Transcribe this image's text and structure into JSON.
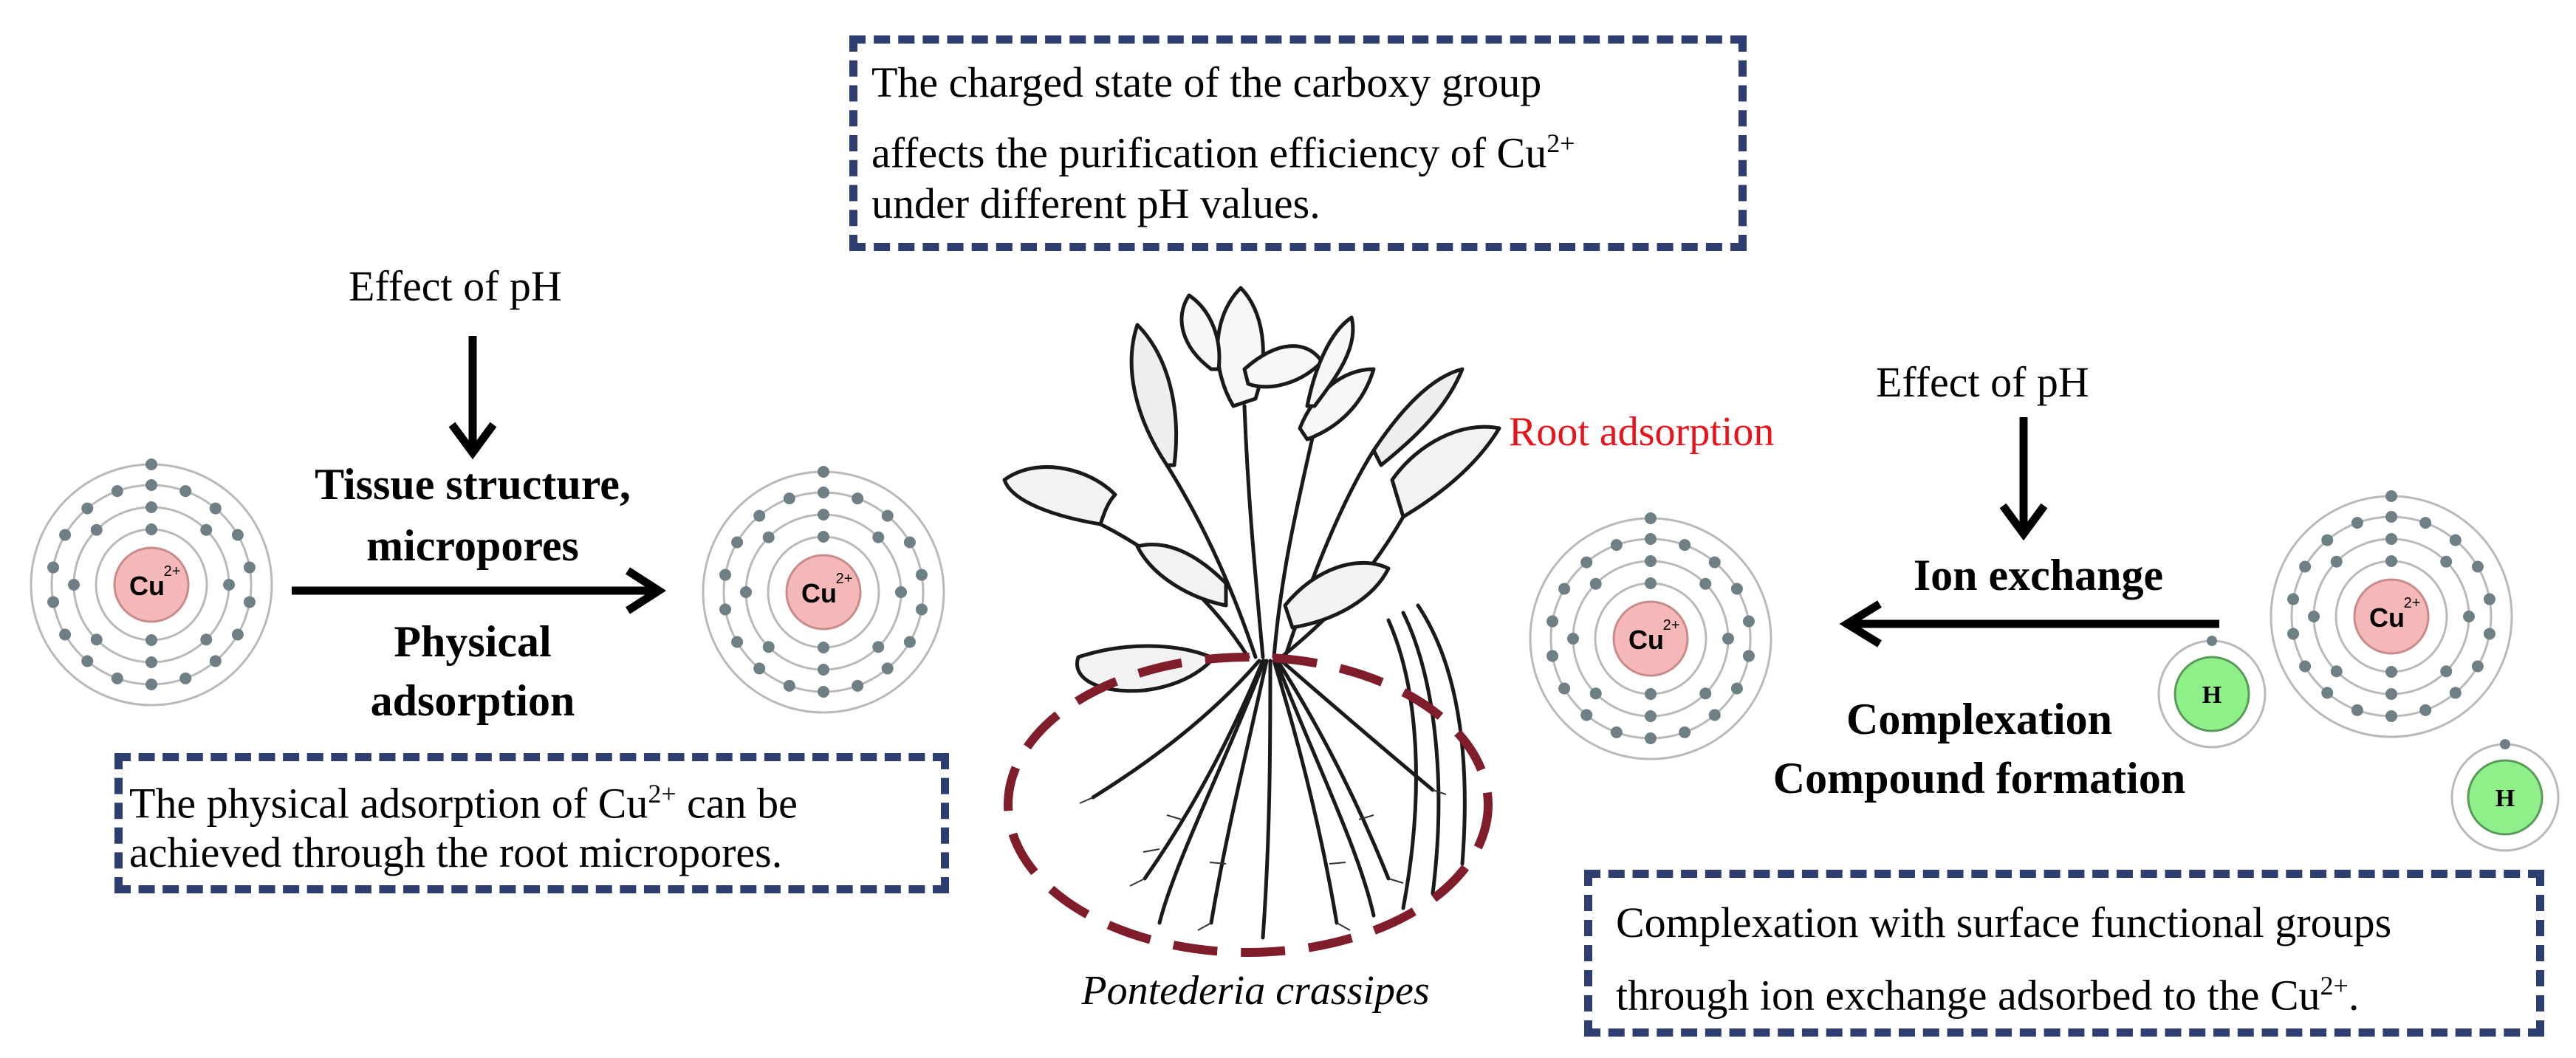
{
  "top_box": {
    "line1": "The charged state of the carboxy group",
    "line2_pre": "affects the purification efficiency of Cu",
    "line2_sup": "2+",
    "line3": "under different pH values."
  },
  "left": {
    "effect_label": "Effect of pH",
    "mech_line1": "Tissue structure,",
    "mech_line2": "micropores",
    "mech_line3": "Physical",
    "mech_line4": "adsorption",
    "box_line1_pre": "The physical adsorption of Cu",
    "box_line1_sup": "2+",
    "box_line1_post": " can be",
    "box_line2": "achieved through the root micropores."
  },
  "center": {
    "plant_caption": "Pontederia crassipes"
  },
  "right": {
    "root_label": "Root adsorption",
    "effect_label": "Effect of pH",
    "ion_exchange": "Ion exchange",
    "complexation": "Complexation",
    "compound_formation": "Compound formation",
    "box_line1": "Complexation with surface functional groups",
    "box_line2_pre": "through ion exchange adsorbed to the Cu",
    "box_line2_sup": "2+",
    "box_line2_post": "."
  },
  "atoms": {
    "label": "Cu",
    "charge": "2+",
    "h_label": "H"
  },
  "colors": {
    "dash_border": "#2e3e70",
    "root_ellipse": "#7f1d2b",
    "nucleus": "#f5b8b8",
    "electron": "#6e7f85",
    "h_ion": "#8ff08a",
    "root_label": "#e8141b"
  }
}
